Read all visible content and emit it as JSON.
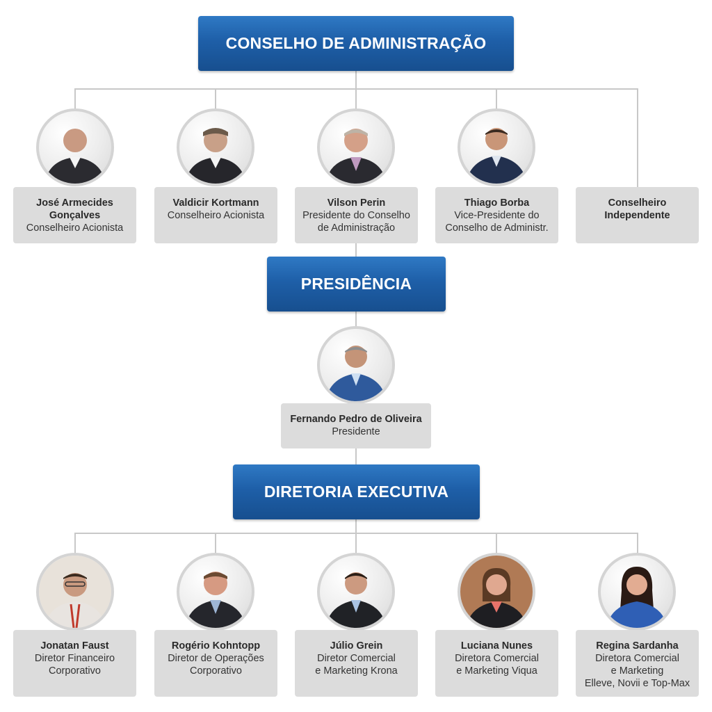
{
  "sections": {
    "board": "CONSELHO DE ADMINISTRAÇÃO",
    "presidency": "PRESIDÊNCIA",
    "executive": "DIRETORIA EXECUTIVA"
  },
  "board": [
    {
      "name": "José Armecides\nGonçalves",
      "role": "Conselheiro Acionista",
      "photo": true
    },
    {
      "name": "Valdicir Kortmann",
      "role": "Conselheiro Acionista",
      "photo": true
    },
    {
      "name": "Vilson Perin",
      "role": "Presidente do Conselho\nde Administração",
      "photo": true
    },
    {
      "name": "Thiago Borba",
      "role": "Vice-Presidente do\nConselho de Administr.",
      "photo": true
    },
    {
      "name": "Conselheiro\nIndependente",
      "role": "",
      "photo": false
    }
  ],
  "president": {
    "name": "Fernando Pedro de Oliveira",
    "role": "Presidente"
  },
  "executive": [
    {
      "name": "Jonatan Faust",
      "role": "Diretor Financeiro\nCorporativo"
    },
    {
      "name": "Rogério Kohntopp",
      "role": "Diretor de Operações\nCorporativo"
    },
    {
      "name": "Júlio Grein",
      "role": "Diretor Comercial\ne Marketing Krona"
    },
    {
      "name": "Luciana Nunes",
      "role": "Diretora Comercial\ne Marketing Viqua"
    },
    {
      "name": "Regina Sardanha",
      "role": "Diretora Comercial\ne Marketing\nElleve, Novii e Top-Max"
    }
  ]
}
